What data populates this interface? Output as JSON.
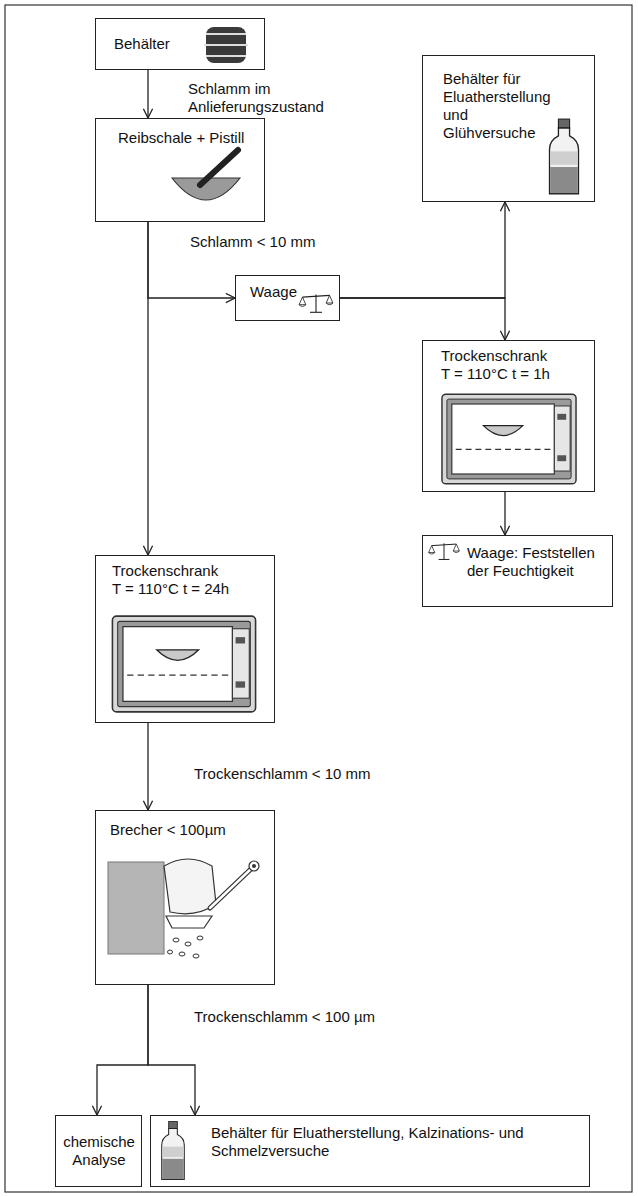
{
  "diagram": {
    "nodes": [
      {
        "text": [
          "Behälter"
        ]
      },
      {
        "text": [
          "Reibschale + Pistill"
        ]
      },
      {
        "text": [
          "Behälter für Eluatherstellung und Glühversuche"
        ]
      },
      {
        "text": [
          "Waage"
        ]
      },
      {
        "text": [
          "Trockenschrank",
          "T = 110°C t = 1h"
        ]
      },
      {
        "text": [
          "Waage: Feststellen der Feuchtigkeit"
        ]
      },
      {
        "text": [
          "Trockenschrank",
          "T = 110°C t = 24h"
        ]
      },
      {
        "text": [
          "Brecher < 100µm"
        ]
      },
      {
        "text": [
          "chemische Analyse"
        ]
      },
      {
        "text": [
          "Behälter für Eluatherstellung, Kalzinations- und Schmelzversuche"
        ]
      }
    ],
    "edges": [
      {
        "from": 0,
        "to": 1,
        "arrow": "to",
        "label": "Schlamm im Anlieferungszustand"
      },
      {
        "from": 1,
        "to": 6,
        "arrow": "to",
        "label": "Schlamm < 10 mm"
      },
      {
        "from": 1,
        "to": 3,
        "arrow": "to"
      },
      {
        "from": 3,
        "to": 2,
        "arrow": "to"
      },
      {
        "from": 3,
        "to": 4,
        "arrow": "to"
      },
      {
        "from": 4,
        "to": 5,
        "arrow": "to"
      },
      {
        "from": 6,
        "to": 7,
        "arrow": "to",
        "label": "Trockenschlamm < 10 mm"
      },
      {
        "from": 7,
        "to": 8,
        "arrow": "to",
        "label": "Trockenschlamm < 100 µm"
      },
      {
        "from": 7,
        "to": 9,
        "arrow": "to"
      }
    ]
  }
}
